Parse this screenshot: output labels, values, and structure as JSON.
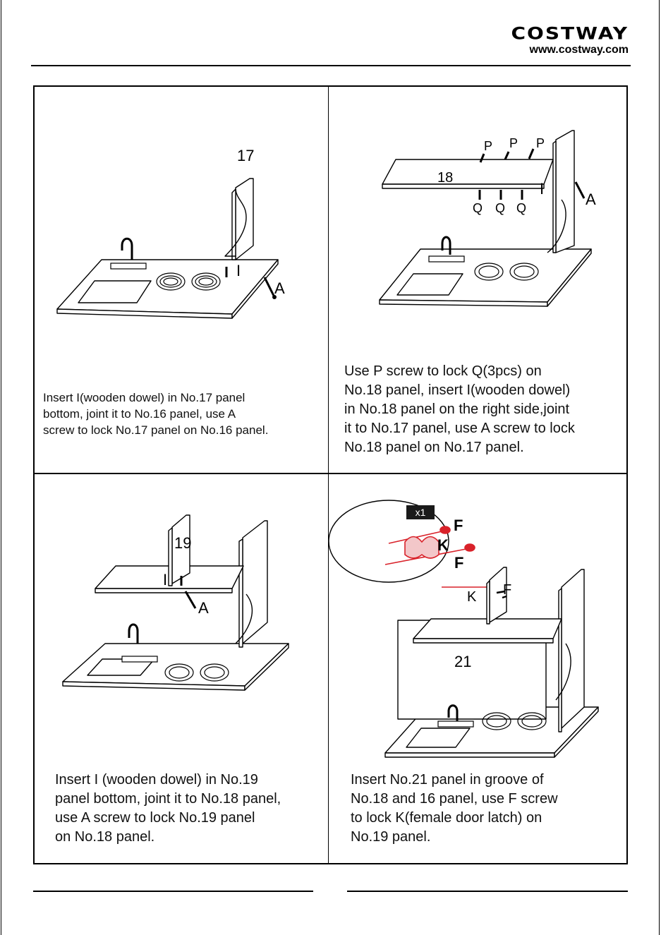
{
  "header": {
    "brand": "COSTWAY",
    "url": "www.costway.com"
  },
  "steps": [
    {
      "labels": [
        "17",
        "I",
        "A"
      ],
      "caption": [
        "Insert I(wooden dowel) in No.17 panel",
        "bottom, joint it to No.16 panel, use A",
        "screw to lock No.17 panel on No.16 panel."
      ]
    },
    {
      "labels": [
        "P",
        "P",
        "P",
        "18",
        "I",
        "A",
        "Q",
        "Q",
        "Q"
      ],
      "caption": [
        "Use P screw to lock Q(3pcs) on",
        "No.18 panel, insert I(wooden dowel)",
        "in No.18 panel on the right side,joint",
        "it to No.17 panel, use A screw to lock",
        "No.18 panel on No.17 panel."
      ]
    },
    {
      "labels": [
        "19",
        "I",
        "A"
      ],
      "caption": [
        "Insert I (wooden dowel) in No.19",
        "panel bottom, joint it to No.18 panel,",
        "use A screw to lock No.19 panel",
        "on No.18 panel."
      ]
    },
    {
      "labels": [
        "x1",
        "F",
        "K",
        "F",
        "K",
        "F",
        "21"
      ],
      "caption": [
        "Insert No.21 panel in groove of",
        "No.18 and 16 panel, use F screw",
        "to lock K(female door latch) on",
        "No.19 panel."
      ]
    }
  ],
  "colors": {
    "ink": "#000000",
    "accent": "#d9222a",
    "badge": "#1a1a1a"
  }
}
